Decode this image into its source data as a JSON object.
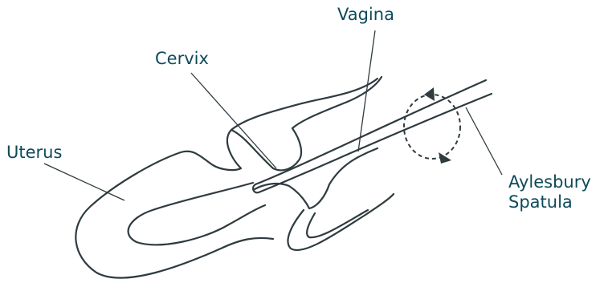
{
  "labels": {
    "vagina": "Vagina",
    "cervix": "Cervix",
    "uterus": "Uterus",
    "spatula_line1": "Aylesbury",
    "spatula_line2": "Spatula"
  },
  "colors": {
    "label_text": "#0d4a5a",
    "line": "#2f3b3f"
  }
}
